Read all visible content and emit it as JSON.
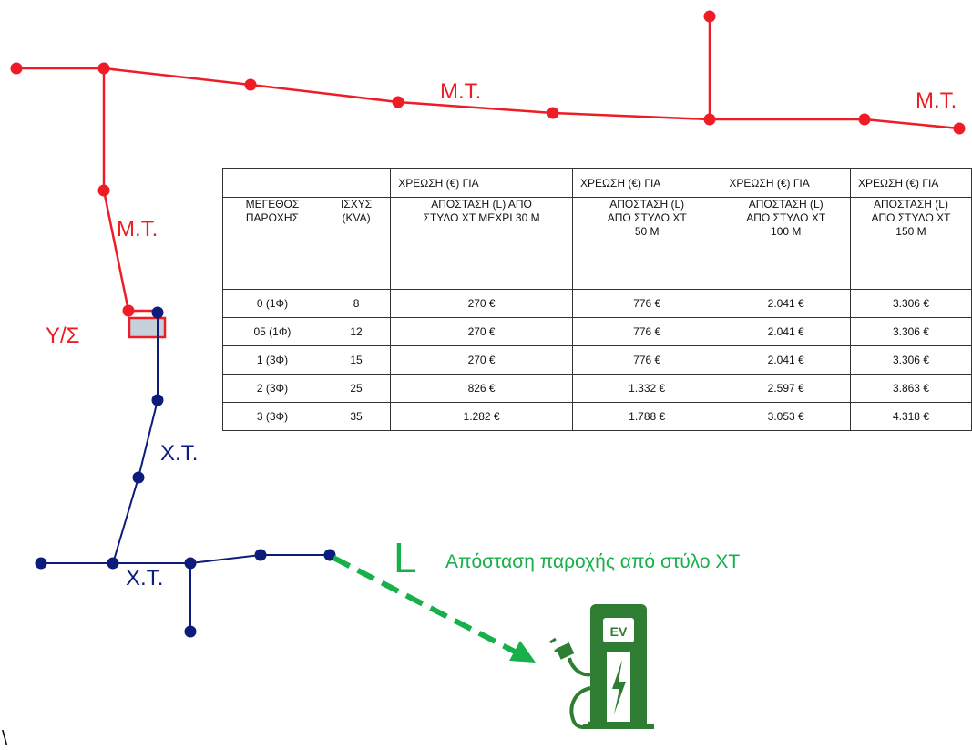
{
  "labels": {
    "mt": "Μ.Τ.",
    "ys": "Υ/Σ",
    "xt": "Χ.Τ.",
    "L": "L",
    "distance_caption": "Απόσταση παροχής από στύλο ΧΤ",
    "ev": "EV",
    "backslash": "\\"
  },
  "table": {
    "header_row1": [
      "",
      "",
      "ΧΡΕΩΣΗ (€) ΓΙΑ",
      "ΧΡΕΩΣΗ (€) ΓΙΑ",
      "ΧΡΕΩΣΗ (€) ΓΙΑ",
      "ΧΡΕΩΣΗ (€) ΓΙΑ"
    ],
    "header_row2": [
      [
        "ΜΕΓΕΘΟΣ",
        "ΠΑΡΟΧΗΣ"
      ],
      [
        "ΙΣΧΥΣ",
        "(KVA)"
      ],
      [
        "ΑΠΟΣΤΑΣΗ  (L) ΑΠΟ",
        "ΣΤΥΛΟ ΧΤ ΜΕΧΡΙ 30 Μ"
      ],
      [
        "ΑΠΟΣΤΑΣΗ  (L)",
        "ΑΠΟ ΣΤΥΛΟ ΧΤ",
        "50 Μ"
      ],
      [
        "ΑΠΟΣΤΑΣΗ  (L)",
        "ΑΠΟ ΣΤΥΛΟ ΧΤ",
        "100 Μ"
      ],
      [
        "ΑΠΟΣΤΑΣΗ  (L)",
        "ΑΠΟ ΣΤΥΛΟ ΧΤ",
        "150 Μ"
      ]
    ],
    "rows": [
      [
        "0 (1Φ)",
        "8",
        "270 €",
        "776 €",
        "2.041 €",
        "3.306 €"
      ],
      [
        "05 (1Φ)",
        "12",
        "270 €",
        "776 €",
        "2.041 €",
        "3.306 €"
      ],
      [
        "1 (3Φ)",
        "15",
        "270 €",
        "776 €",
        "2.041 €",
        "3.306 €"
      ],
      [
        "2 (3Φ)",
        "25",
        "826 €",
        "1.332 €",
        "2.597 €",
        "3.863 €"
      ],
      [
        "3 (3Φ)",
        "35",
        "1.282 €",
        "1.788 €",
        "3.053 €",
        "4.318 €"
      ]
    ]
  },
  "colors": {
    "mt_line": "#ee1c25",
    "xt_line": "#0d1c7a",
    "arrow": "#18b04a",
    "ev_station": "#2e7d32"
  },
  "icons": [
    "ev-charging-station-icon",
    "plug-icon",
    "lightning-bolt-icon"
  ]
}
